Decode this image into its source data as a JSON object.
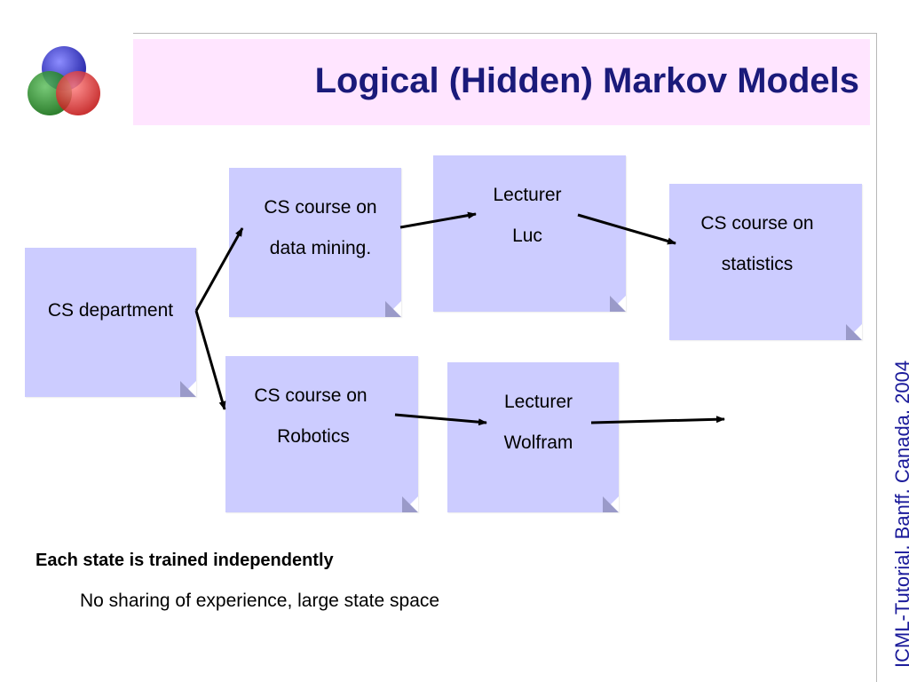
{
  "slide": {
    "title": "Logical (Hidden) Markov Models",
    "side_caption": "ICML-Tutorial, Banff, Canada, 2004"
  },
  "diagram": {
    "nodes": [
      {
        "id": "cs-department",
        "lines": [
          "CS department"
        ]
      },
      {
        "id": "cs-course-data-mining",
        "lines": [
          "CS course on",
          "data mining."
        ]
      },
      {
        "id": "lecturer-luc",
        "lines": [
          "Lecturer",
          "Luc"
        ]
      },
      {
        "id": "cs-course-statistics",
        "lines": [
          "CS course on",
          "statistics"
        ]
      },
      {
        "id": "cs-course-robotics",
        "lines": [
          "CS course on",
          "Robotics"
        ]
      },
      {
        "id": "lecturer-wolfram",
        "lines": [
          "Lecturer",
          "Wolfram"
        ]
      }
    ],
    "edges": [
      {
        "from": "cs-department",
        "to": "cs-course-data-mining"
      },
      {
        "from": "cs-department",
        "to": "cs-course-robotics"
      },
      {
        "from": "cs-course-data-mining",
        "to": "lecturer-luc"
      },
      {
        "from": "lecturer-luc",
        "to": "cs-course-statistics"
      },
      {
        "from": "cs-course-robotics",
        "to": "lecturer-wolfram"
      },
      {
        "from": "lecturer-wolfram",
        "to": ""
      }
    ],
    "note_color": "#ccccff"
  },
  "bullets": {
    "main": "Each state is trained independently",
    "sub": "No sharing of experience, large state space"
  },
  "colors": {
    "title": "#1a1a7a",
    "title_band": "#ffe5ff",
    "side_caption": "#1a1a9a"
  }
}
